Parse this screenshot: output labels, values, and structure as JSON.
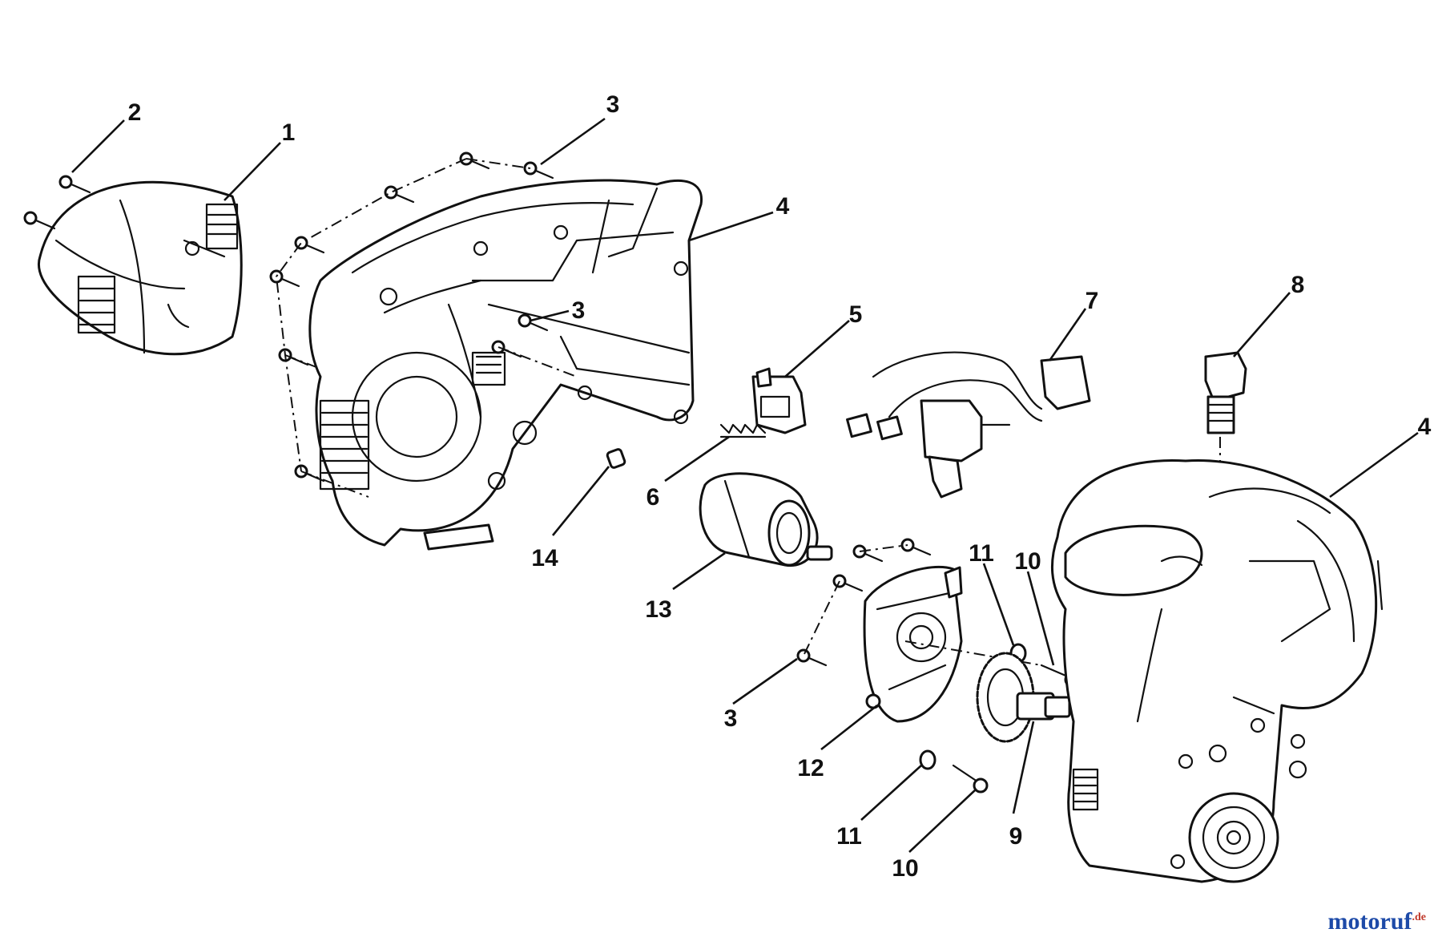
{
  "diagram": {
    "callouts": [
      {
        "id": "c2a",
        "label": "2"
      },
      {
        "id": "c1",
        "label": "1"
      },
      {
        "id": "c3a",
        "label": "3"
      },
      {
        "id": "c4a",
        "label": "4"
      },
      {
        "id": "c3b",
        "label": "3"
      },
      {
        "id": "c5",
        "label": "5"
      },
      {
        "id": "c7",
        "label": "7"
      },
      {
        "id": "c8",
        "label": "8"
      },
      {
        "id": "c4b",
        "label": "4"
      },
      {
        "id": "c6",
        "label": "6"
      },
      {
        "id": "c14",
        "label": "14"
      },
      {
        "id": "c13",
        "label": "13"
      },
      {
        "id": "c11a",
        "label": "11"
      },
      {
        "id": "c10a",
        "label": "10"
      },
      {
        "id": "c3c",
        "label": "3"
      },
      {
        "id": "c12",
        "label": "12"
      },
      {
        "id": "c11b",
        "label": "11"
      },
      {
        "id": "c10b",
        "label": "10"
      },
      {
        "id": "c9",
        "label": "9"
      }
    ]
  },
  "watermark": {
    "main": "motoruf",
    "ext": ".de"
  },
  "colors": {
    "line": "#111111",
    "background": "#ffffff",
    "wm_blue": "#1d4aa8",
    "wm_red": "#c0392b"
  }
}
